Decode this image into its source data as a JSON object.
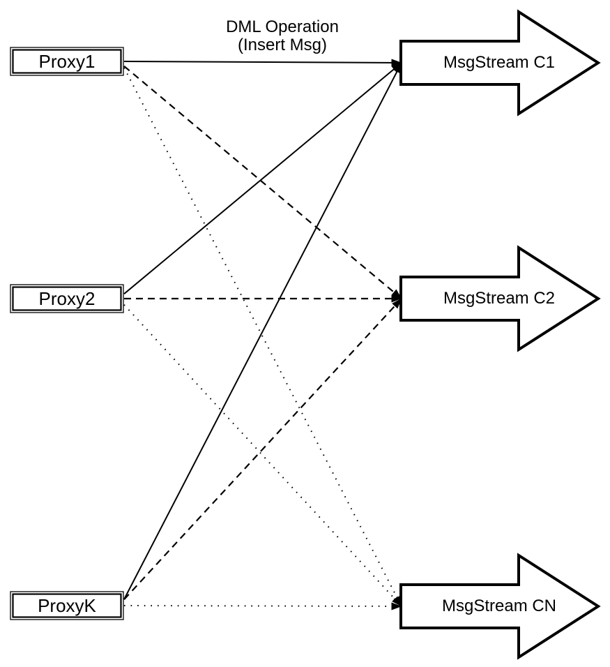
{
  "diagram": {
    "colors": {
      "ink": "#000000",
      "background": "#ffffff",
      "shape_fill": "#ffffff"
    },
    "title": {
      "line1": "DML Operation",
      "line2": "(Insert Msg)"
    },
    "proxies": [
      {
        "label": "Proxy1"
      },
      {
        "label": "Proxy2"
      },
      {
        "label": "ProxyK"
      }
    ],
    "streams": [
      {
        "label": "MsgStream C1"
      },
      {
        "label": "MsgStream C2"
      },
      {
        "label": "MsgStream CN"
      }
    ],
    "connections": [
      {
        "from": "Proxy1",
        "to": "MsgStream C1",
        "style": "solid"
      },
      {
        "from": "Proxy1",
        "to": "MsgStream C2",
        "style": "dashed"
      },
      {
        "from": "Proxy1",
        "to": "MsgStream CN",
        "style": "dotted"
      },
      {
        "from": "Proxy2",
        "to": "MsgStream C1",
        "style": "solid"
      },
      {
        "from": "Proxy2",
        "to": "MsgStream C2",
        "style": "dashed"
      },
      {
        "from": "Proxy2",
        "to": "MsgStream CN",
        "style": "dotted"
      },
      {
        "from": "ProxyK",
        "to": "MsgStream C1",
        "style": "solid"
      },
      {
        "from": "ProxyK",
        "to": "MsgStream C2",
        "style": "dashed"
      },
      {
        "from": "ProxyK",
        "to": "MsgStream CN",
        "style": "dotted"
      }
    ]
  }
}
